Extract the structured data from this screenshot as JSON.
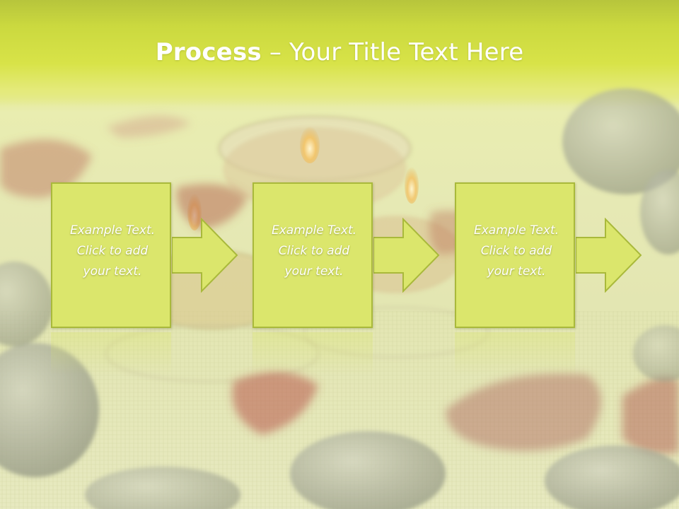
{
  "title": {
    "bold": "Process",
    "rest": " – Your Title Text Here"
  },
  "steps": [
    {
      "text": "Example Text.\nClick  to add\nyour text."
    },
    {
      "text": "Example Text.\nClick  to add\nyour text."
    },
    {
      "text": "Example Text.\nClick  to add\nyour text."
    }
  ],
  "colors": {
    "title_band": "#cbd93f",
    "box_fill": "#dbe66c",
    "box_border": "#a9b93b",
    "text": "#ffffff"
  }
}
